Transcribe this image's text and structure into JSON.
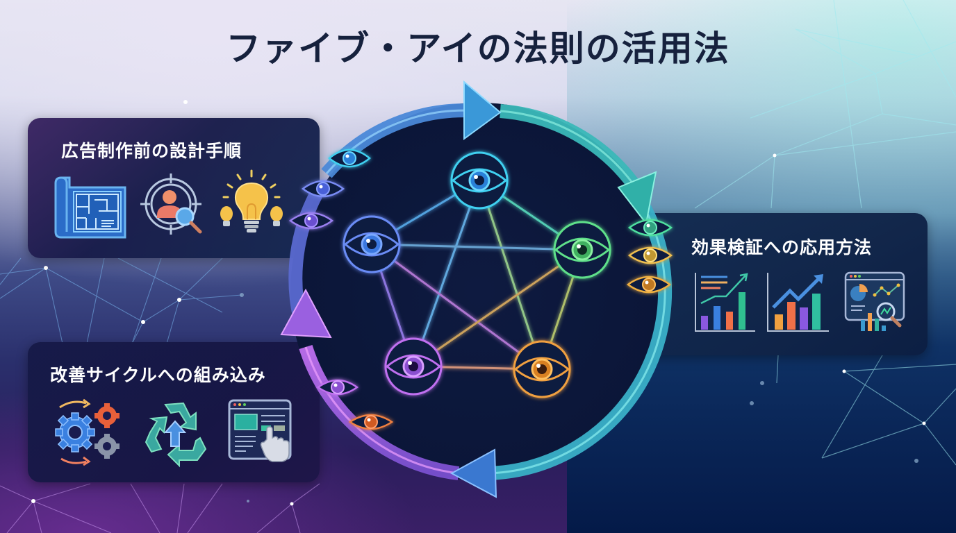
{
  "title": "ファイブ・アイの法則の活用法",
  "colors": {
    "title_text": "#16213d",
    "panel_bg": "#161c48",
    "panel_text": "#ffffff",
    "eye_top": "#3fd0f0",
    "eye_right": "#5fe08a",
    "eye_bottom_right": "#f0a040",
    "eye_bottom_left": "#c070f0",
    "eye_left": "#6a8cf5"
  },
  "panels": {
    "design": {
      "title": "広告制作前の設計手順",
      "icons": [
        "blueprint-icon",
        "target-persona-search-icon",
        "lightbulb-ideas-icon"
      ]
    },
    "verify": {
      "title": "効果検証への応用方法",
      "icons": [
        "bar-chart-trend-icon",
        "growth-chart-icon",
        "analytics-dashboard-icon"
      ]
    },
    "improve": {
      "title": "改善サイクルへの組み込み",
      "icons": [
        "gears-cycle-icon",
        "recycle-arrows-icon",
        "web-page-click-icon"
      ]
    }
  },
  "diagram": {
    "center_nodes": [
      {
        "position": "top",
        "icon": "eye-icon",
        "color": "#3fd0f0"
      },
      {
        "position": "right",
        "icon": "eye-icon",
        "color": "#5fe08a"
      },
      {
        "position": "bottom-right",
        "icon": "eye-icon",
        "color": "#f0a040"
      },
      {
        "position": "bottom-left",
        "icon": "eye-icon",
        "color": "#c070f0"
      },
      {
        "position": "left",
        "icon": "eye-icon",
        "color": "#6a8cf5"
      }
    ],
    "cycle_arrows": 4,
    "ring_eyes": [
      {
        "color": "#3fd0f0"
      },
      {
        "color": "#7a8cf5"
      },
      {
        "color": "#9a80f0"
      },
      {
        "color": "#50e0a0"
      },
      {
        "color": "#f0c050"
      },
      {
        "color": "#f0b040"
      },
      {
        "color": "#c070f0"
      },
      {
        "color": "#f08040"
      }
    ]
  }
}
